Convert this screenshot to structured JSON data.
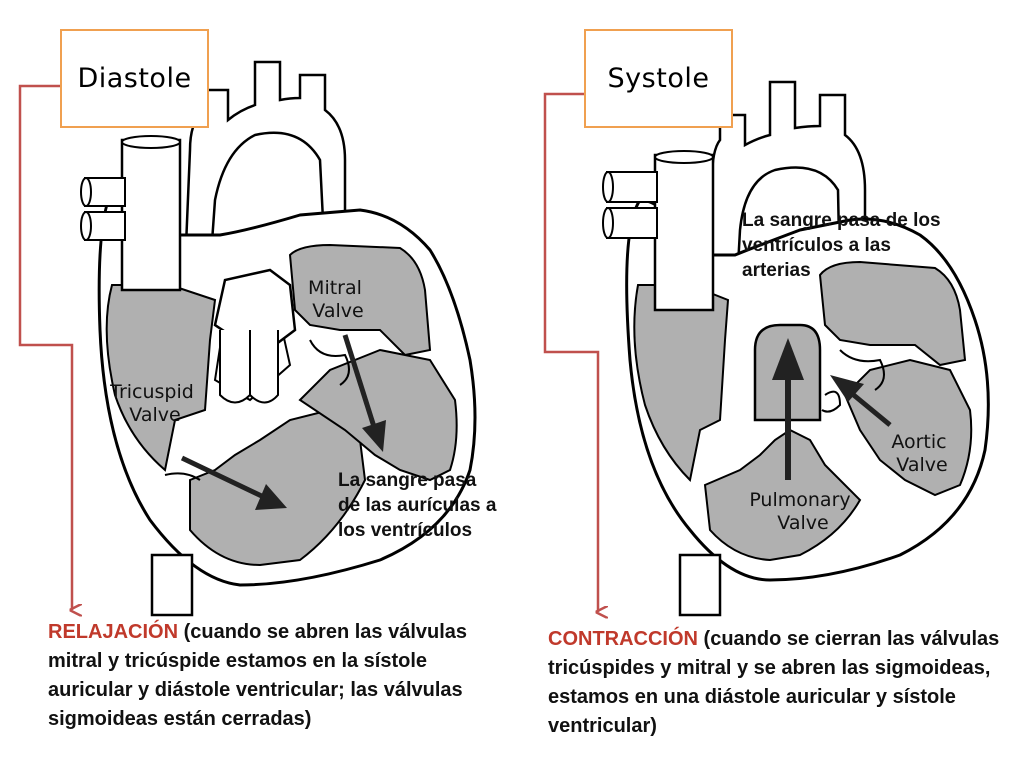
{
  "diastole": {
    "title": "Diastole",
    "labels": {
      "mitral": [
        "Mitral",
        "Valve"
      ],
      "tricuspid": [
        "Tricuspid",
        "Valve"
      ]
    },
    "note": [
      "La sangre pasa",
      "de las aurículas a",
      "los ventrículos"
    ],
    "caption": {
      "keyword": "RELAJACIÓN",
      "text": " (cuando se abren las válvulas mitral y tricúspide estamos en  la sístole auricular  y diástole ventricular; las válvulas sigmoideas están cerradas)"
    }
  },
  "systole": {
    "title": "Systole",
    "labels": {
      "aortic": [
        "Aortic",
        "Valve"
      ],
      "pulmonary": [
        "Pulmonary",
        "Valve"
      ]
    },
    "note": [
      "La sangre pasa de los",
      "ventrículos a las",
      "arterias"
    ],
    "caption": {
      "keyword": "CONTRACCIÓN",
      "text": " (cuando se cierran las válvulas tricúspides y mitral y se abren las sigmoideas, estamos en una diástole auricular y sístole ventricular)"
    }
  },
  "colors": {
    "chamber_fill": "#b0b0b0",
    "outline": "#000000",
    "connector": "#c0504d",
    "title_border": "#f0a050",
    "caption_keyword": "#c0392b"
  }
}
